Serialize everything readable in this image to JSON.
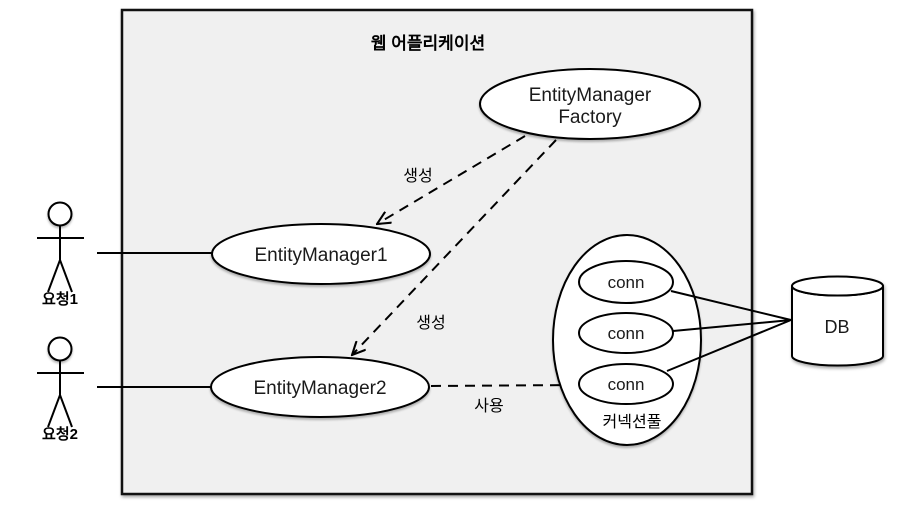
{
  "diagram": {
    "title": "웹 어플리케이션",
    "nodes": {
      "factory": {
        "label_line1": "EntityManager",
        "label_line2": "Factory"
      },
      "em1": {
        "label": "EntityManager1"
      },
      "em2": {
        "label": "EntityManager2"
      },
      "pool": {
        "label": "커넥션풀",
        "connections": [
          "conn",
          "conn",
          "conn"
        ]
      },
      "db": {
        "label": "DB"
      }
    },
    "actors": [
      {
        "label": "요청1"
      },
      {
        "label": "요청2"
      }
    ],
    "edges": {
      "create_em1": {
        "label": "생성",
        "style": "dashed-arrow"
      },
      "create_em2": {
        "label": "생성",
        "style": "dashed-arrow"
      },
      "use_pool": {
        "label": "사용",
        "style": "dashed-arrow"
      }
    },
    "colors": {
      "app_box_fill": "#f0f0f0",
      "node_fill": "#ffffff",
      "stroke": "#000000"
    }
  }
}
